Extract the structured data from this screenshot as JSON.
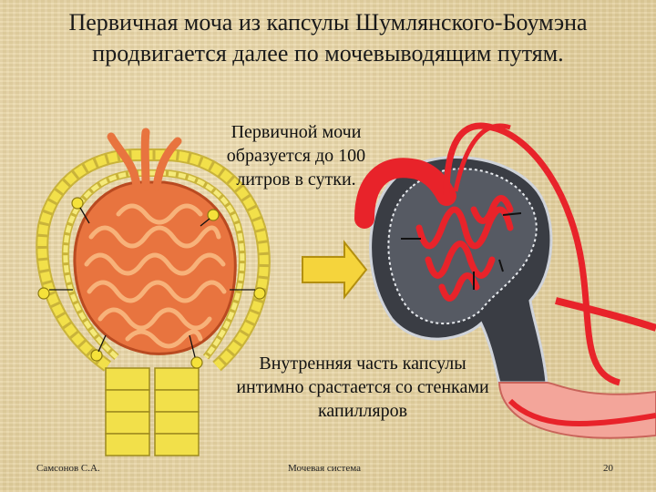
{
  "slide": {
    "title": "Первичная моча из капсулы Шумлянского-Боумэна продвигается далее по мочевыводящим путям.",
    "note_top": "Первичной мочи образуется до 100 литров в сутки.",
    "note_bottom": "Внутренняя часть капсулы интимно срастается со стенками капилляров"
  },
  "footer": {
    "author": "Самсонов С.А.",
    "topic": "Мочевая система",
    "page": "20"
  },
  "colors": {
    "background": "#e9d7a7",
    "glomerulus": "#e8743f",
    "capsule_cells": "#f2e04a",
    "arrow": "#f5d43c",
    "vessel": "#e8232a",
    "capsule_dark": "#3a3d44"
  }
}
